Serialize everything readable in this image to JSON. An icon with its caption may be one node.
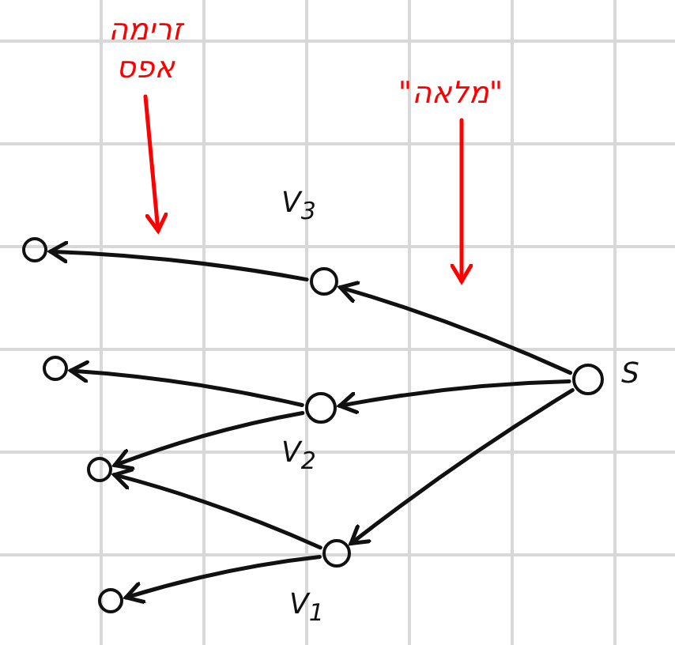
{
  "diagram": {
    "nodes": [
      {
        "text": [
          "זרימה אפס"
        ]
      },
      {
        "text": [
          "\"מלאה\""
        ]
      },
      {
        "text": [],
        "shape": "circle"
      },
      {
        "text": [],
        "shape": "circle",
        "beside": [
          "V$_{3}$"
        ]
      },
      {
        "text": [],
        "shape": "circle"
      },
      {
        "text": [],
        "shape": "circle",
        "beside": [
          "V$_{2}$"
        ]
      },
      {
        "text": [],
        "shape": "circle"
      },
      {
        "text": [],
        "shape": "circle",
        "beside": [
          "V$_{1}$"
        ]
      },
      {
        "text": [],
        "shape": "circle"
      },
      {
        "text": [],
        "shape": "circle",
        "beside": [
          "S"
        ]
      }
    ],
    "edges": [
      {
        "from": 0,
        "to": null,
        "arrow": "to",
        "color": "#ff0000"
      },
      {
        "from": 1,
        "to": null,
        "arrow": "to",
        "color": "#ff0000"
      },
      {
        "from": 9,
        "to": 3,
        "arrow": "to"
      },
      {
        "from": 9,
        "to": 5,
        "arrow": "to"
      },
      {
        "from": 9,
        "to": 7,
        "arrow": "to"
      },
      {
        "from": 3,
        "to": 2,
        "arrow": "to"
      },
      {
        "from": 5,
        "to": 4,
        "arrow": "to"
      },
      {
        "from": 5,
        "to": 6,
        "arrow": "to"
      },
      {
        "from": 7,
        "to": 6,
        "arrow": "to"
      },
      {
        "from": 7,
        "to": 8,
        "arrow": "to"
      }
    ]
  }
}
